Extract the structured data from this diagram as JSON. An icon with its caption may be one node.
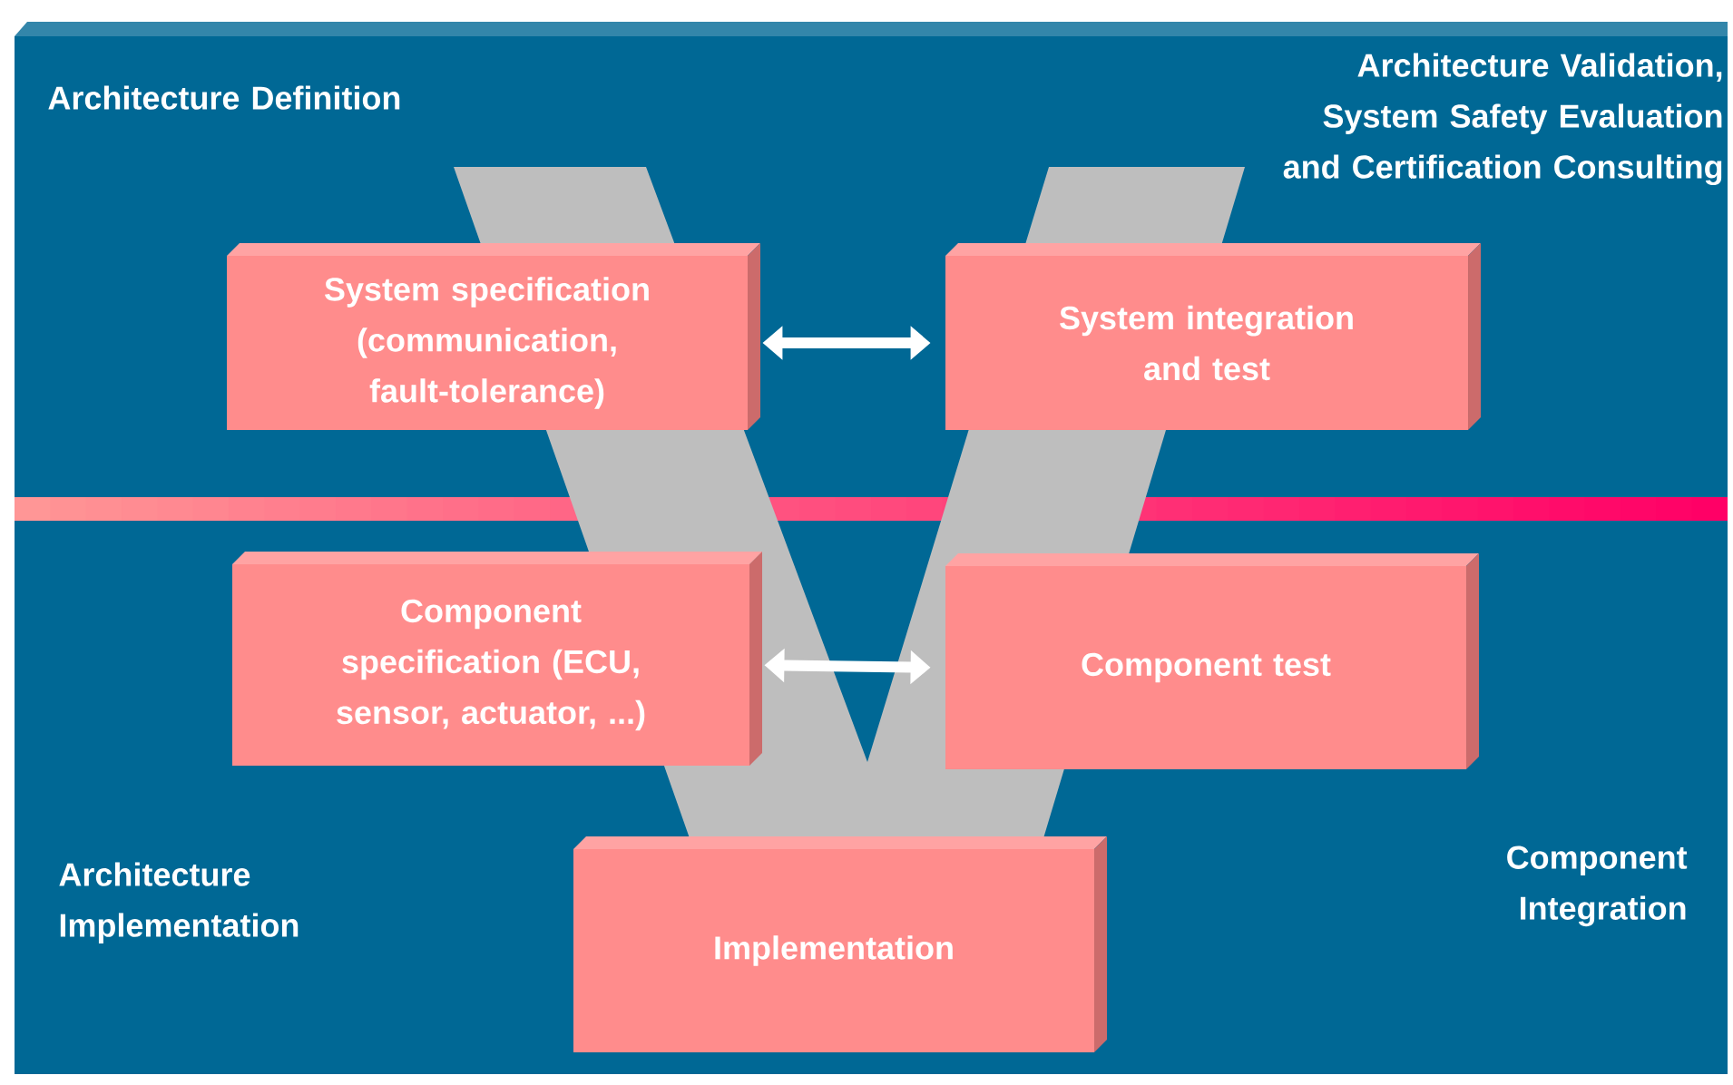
{
  "diagram": {
    "nodes": [
      {
        "text": [
          "System specification (communication, fault-tolerance)"
        ]
      },
      {
        "text": [
          "System integration and test"
        ]
      },
      {
        "text": [
          "Component specification (ECU, sensor, actuator, ...)"
        ]
      },
      {
        "text": [
          "Component test"
        ]
      },
      {
        "text": [
          "Implementation"
        ]
      }
    ],
    "edges": [
      {
        "from": 0,
        "to": 1,
        "arrow": "both"
      },
      {
        "from": 2,
        "to": 3,
        "arrow": "both"
      }
    ],
    "labels": [
      "Architecture Definition",
      "Architecture Validation, System Safety Evaluation and Certification Consulting",
      "Architecture Implementation",
      "Component Integration"
    ]
  }
}
